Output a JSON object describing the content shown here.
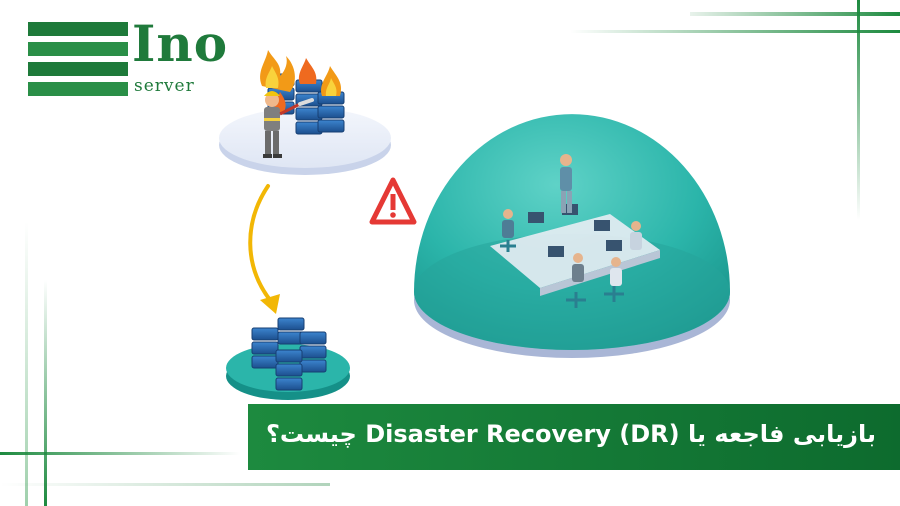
{
  "logo": {
    "brand": "Ino",
    "sub": "server",
    "color": "#1f7a3b"
  },
  "title": "بازیابی فاجعه یا Disaster Recovery (DR) چیست؟",
  "colors": {
    "green": "#1d8a3f",
    "teal": "#2bb5aa",
    "warning": "#e53935",
    "arrow": "#f2b705",
    "server": "#1f5fa6"
  },
  "icons": [
    "burning-servers-icon",
    "firefighter-icon",
    "warning-icon",
    "curved-arrow-icon",
    "backup-servers-icon",
    "protected-office-dome-icon"
  ]
}
